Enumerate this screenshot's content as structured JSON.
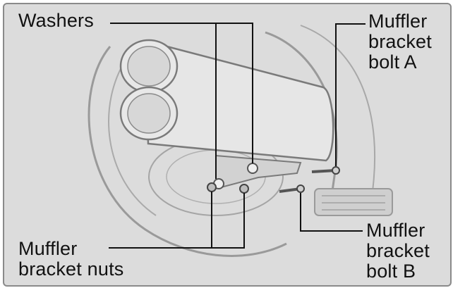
{
  "figure": {
    "labels": {
      "washers": "Washers",
      "muffler_bracket_bolt_a": [
        "Muffler",
        "bracket",
        "bolt A"
      ],
      "muffler_bracket_bolt_b": [
        "Muffler",
        "bracket",
        "bolt B"
      ],
      "muffler_bracket_nuts": [
        "Muffler",
        "bracket nuts"
      ]
    }
  }
}
